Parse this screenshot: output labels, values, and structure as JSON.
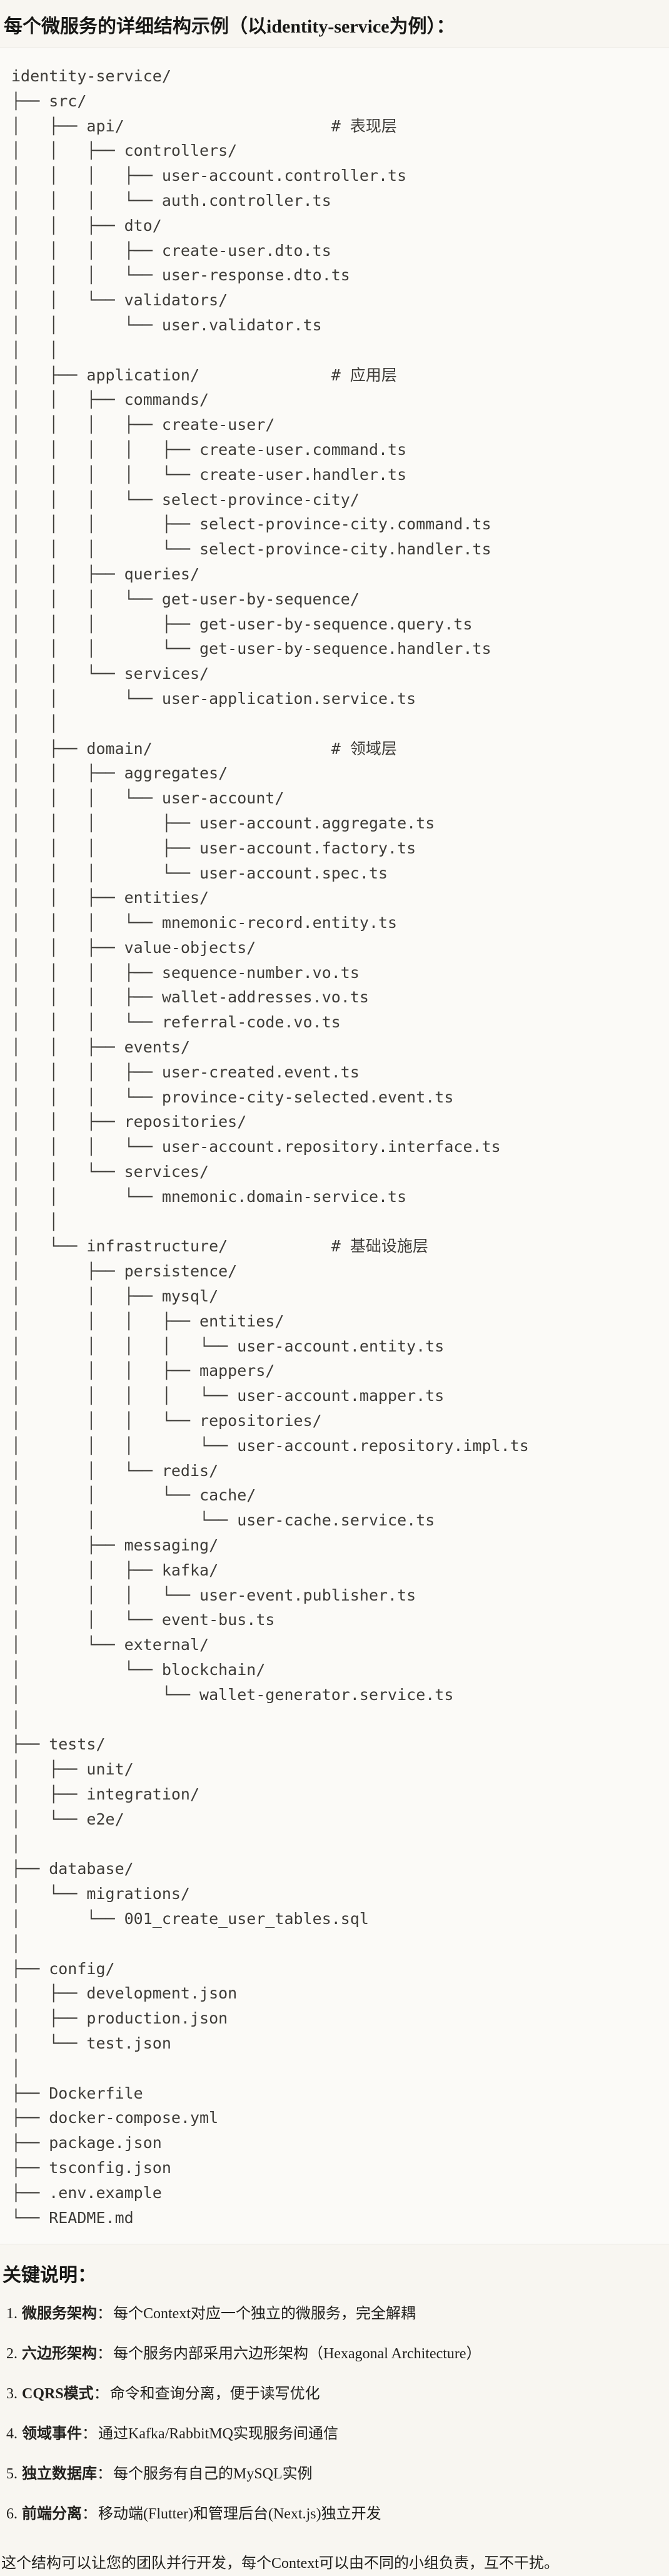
{
  "page": {
    "title": "每个微服务的详细结构示例（以identity-service为例）："
  },
  "tree": {
    "lines": [
      "identity-service/",
      "├── src/",
      "│   ├── api/                      # 表现层",
      "│   │   ├── controllers/",
      "│   │   │   ├── user-account.controller.ts",
      "│   │   │   └── auth.controller.ts",
      "│   │   ├── dto/",
      "│   │   │   ├── create-user.dto.ts",
      "│   │   │   └── user-response.dto.ts",
      "│   │   └── validators/",
      "│   │       └── user.validator.ts",
      "│   │",
      "│   ├── application/              # 应用层",
      "│   │   ├── commands/",
      "│   │   │   ├── create-user/",
      "│   │   │   │   ├── create-user.command.ts",
      "│   │   │   │   └── create-user.handler.ts",
      "│   │   │   └── select-province-city/",
      "│   │   │       ├── select-province-city.command.ts",
      "│   │   │       └── select-province-city.handler.ts",
      "│   │   ├── queries/",
      "│   │   │   └── get-user-by-sequence/",
      "│   │   │       ├── get-user-by-sequence.query.ts",
      "│   │   │       └── get-user-by-sequence.handler.ts",
      "│   │   └── services/",
      "│   │       └── user-application.service.ts",
      "│   │",
      "│   ├── domain/                   # 领域层",
      "│   │   ├── aggregates/",
      "│   │   │   └── user-account/",
      "│   │   │       ├── user-account.aggregate.ts",
      "│   │   │       ├── user-account.factory.ts",
      "│   │   │       └── user-account.spec.ts",
      "│   │   ├── entities/",
      "│   │   │   └── mnemonic-record.entity.ts",
      "│   │   ├── value-objects/",
      "│   │   │   ├── sequence-number.vo.ts",
      "│   │   │   ├── wallet-addresses.vo.ts",
      "│   │   │   └── referral-code.vo.ts",
      "│   │   ├── events/",
      "│   │   │   ├── user-created.event.ts",
      "│   │   │   └── province-city-selected.event.ts",
      "│   │   ├── repositories/",
      "│   │   │   └── user-account.repository.interface.ts",
      "│   │   └── services/",
      "│   │       └── mnemonic.domain-service.ts",
      "│   │",
      "│   └── infrastructure/           # 基础设施层",
      "│       ├── persistence/",
      "│       │   ├── mysql/",
      "│       │   │   ├── entities/",
      "│       │   │   │   └── user-account.entity.ts",
      "│       │   │   ├── mappers/",
      "│       │   │   │   └── user-account.mapper.ts",
      "│       │   │   └── repositories/",
      "│       │   │       └── user-account.repository.impl.ts",
      "│       │   └── redis/",
      "│       │       └── cache/",
      "│       │           └── user-cache.service.ts",
      "│       ├── messaging/",
      "│       │   ├── kafka/",
      "│       │   │   └── user-event.publisher.ts",
      "│       │   └── event-bus.ts",
      "│       └── external/",
      "│           └── blockchain/",
      "│               └── wallet-generator.service.ts",
      "│",
      "├── tests/",
      "│   ├── unit/",
      "│   ├── integration/",
      "│   └── e2e/",
      "│",
      "├── database/",
      "│   └── migrations/",
      "│       └── 001_create_user_tables.sql",
      "│",
      "├── config/",
      "│   ├── development.json",
      "│   ├── production.json",
      "│   └── test.json",
      "│",
      "├── Dockerfile",
      "├── docker-compose.yml",
      "├── package.json",
      "├── tsconfig.json",
      "├── .env.example",
      "└── README.md"
    ]
  },
  "notes": {
    "heading": "关键说明：",
    "items": [
      {
        "num": "1.",
        "label": "微服务架构",
        "colon": "：",
        "text": "每个Context对应一个独立的微服务，完全解耦"
      },
      {
        "num": "2.",
        "label": "六边形架构",
        "colon": "：",
        "text": "每个服务内部采用六边形架构（Hexagonal Architecture）"
      },
      {
        "num": "3.",
        "label": "CQRS模式",
        "colon": "：",
        "text": "命令和查询分离，便于读写优化"
      },
      {
        "num": "4.",
        "label": "领域事件",
        "colon": "：",
        "text": "通过Kafka/RabbitMQ实现服务间通信"
      },
      {
        "num": "5.",
        "label": "独立数据库",
        "colon": "：",
        "text": "每个服务有自己的MySQL实例"
      },
      {
        "num": "6.",
        "label": "前端分离",
        "colon": "：",
        "text": "移动端(Flutter)和管理后台(Next.js)独立开发"
      }
    ],
    "footer": "这个结构可以让您的团队并行开发，每个Context可以由不同的小组负责，互不干扰。"
  }
}
